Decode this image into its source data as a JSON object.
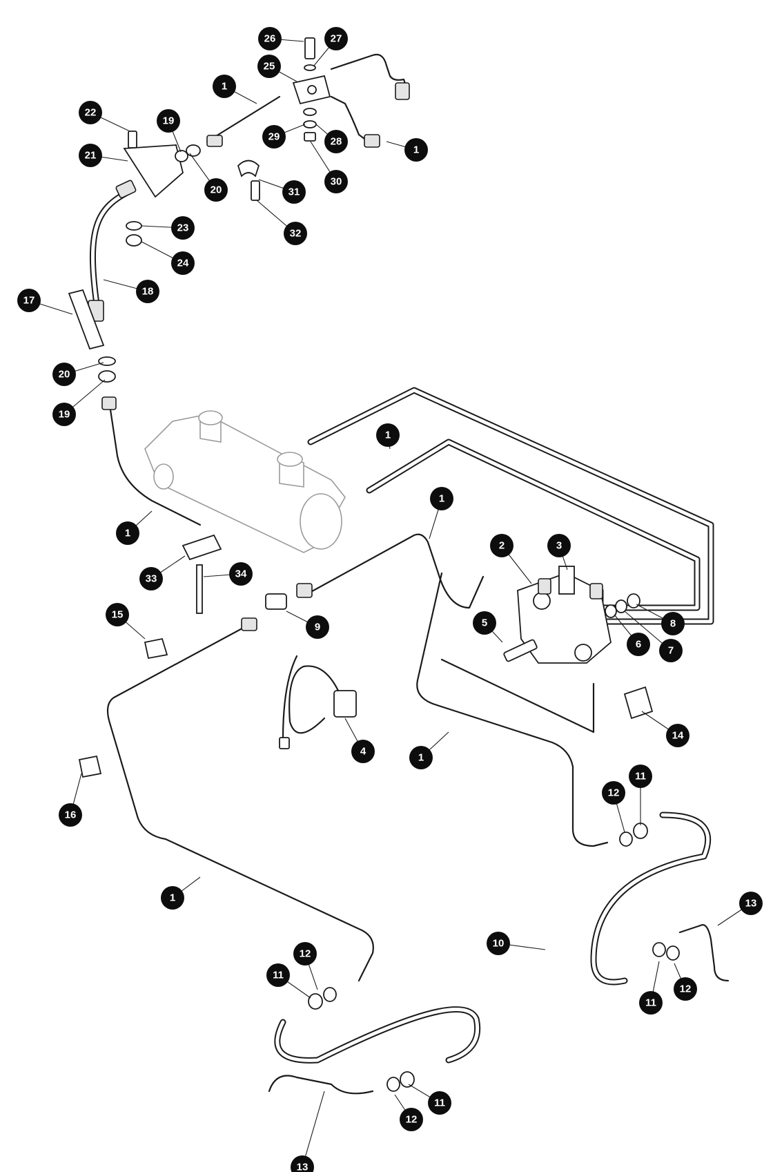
{
  "callouts": [
    "1",
    "1",
    "1",
    "1",
    "1",
    "1",
    "1",
    "2",
    "3",
    "4",
    "5",
    "6",
    "7",
    "8",
    "9",
    "10",
    "11",
    "11",
    "11",
    "11",
    "12",
    "12",
    "12",
    "12",
    "13",
    "13",
    "14",
    "15",
    "16",
    "17",
    "18",
    "19",
    "19",
    "20",
    "20",
    "21",
    "22",
    "23",
    "24",
    "25",
    "26",
    "27",
    "28",
    "29",
    "30",
    "31",
    "32",
    "33",
    "34"
  ],
  "colors": {
    "ink": "#1a1a1a",
    "callout": "#0d0d0d",
    "ghost": "#9a9a9a"
  }
}
